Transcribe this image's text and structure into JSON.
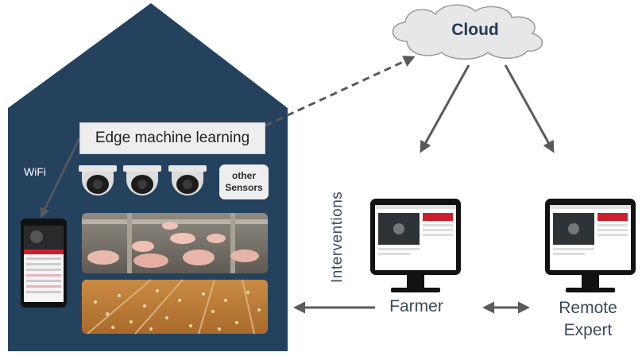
{
  "labels": {
    "edge": "Edge machine learning",
    "wifi": "WiFi",
    "sensors": "other Sensors",
    "cloud": "Cloud",
    "interventions": "Interventions",
    "farmer": "Farmer",
    "remote_line1": "Remote",
    "remote_line2": "Expert"
  },
  "colors": {
    "house": "#24425e",
    "arrow": "#555555",
    "accent_red": "#cc1f2d"
  },
  "icons": [
    "dome-camera-icon",
    "smartphone-icon",
    "monitor-icon",
    "cloud-icon"
  ]
}
